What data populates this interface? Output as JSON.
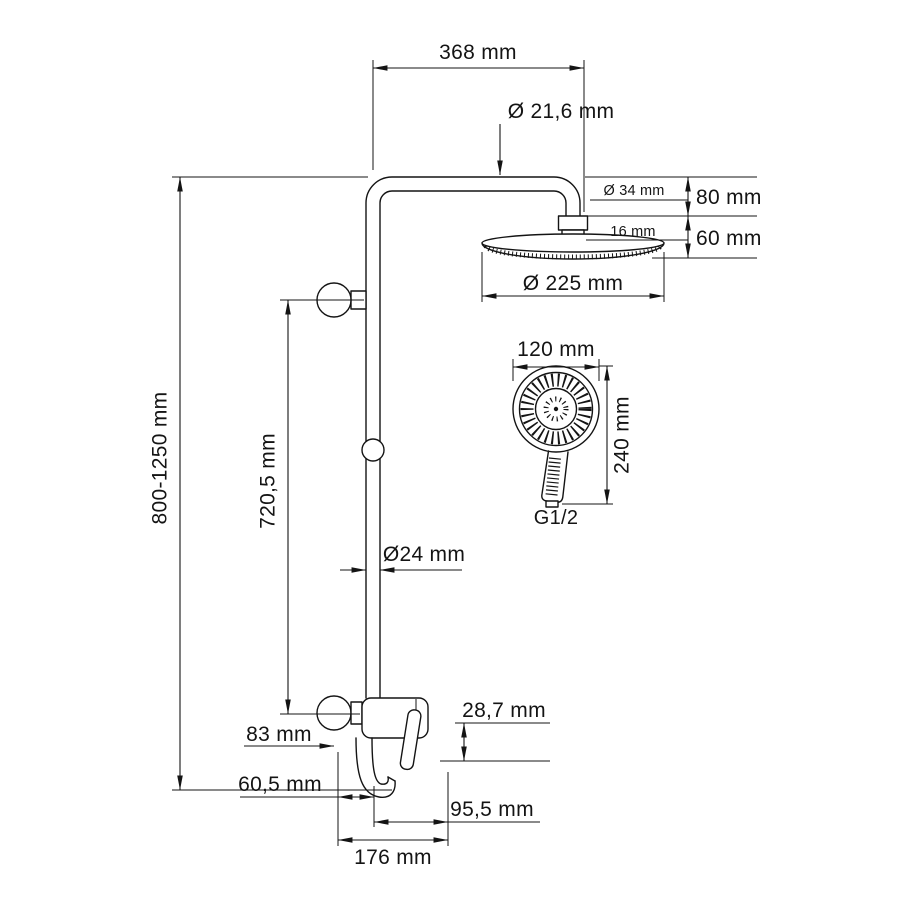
{
  "drawing": {
    "dims": {
      "arm_span": "368 mm",
      "arm_pipe_dia": "Ø 21,6 mm",
      "head_connector_dia": "Ø 34 mm",
      "head_connector_h": "16 mm",
      "head_drop_a": "80 mm",
      "head_drop_b": "60 mm",
      "head_dia": "Ø 225 mm",
      "hand_shower_dia": "120 mm",
      "hand_shower_len": "240 mm",
      "hand_shower_thread": "G1/2",
      "total_height": "800-1250 mm",
      "bracket_to_mixer": "720,5 mm",
      "riser_dia": "Ø24 mm",
      "spout_drop": "83 mm",
      "handle_offset": "28,7 mm",
      "spout_reach_a": "60,5 mm",
      "spout_reach_b": "95,5 mm",
      "mixer_depth": "176 mm"
    }
  }
}
